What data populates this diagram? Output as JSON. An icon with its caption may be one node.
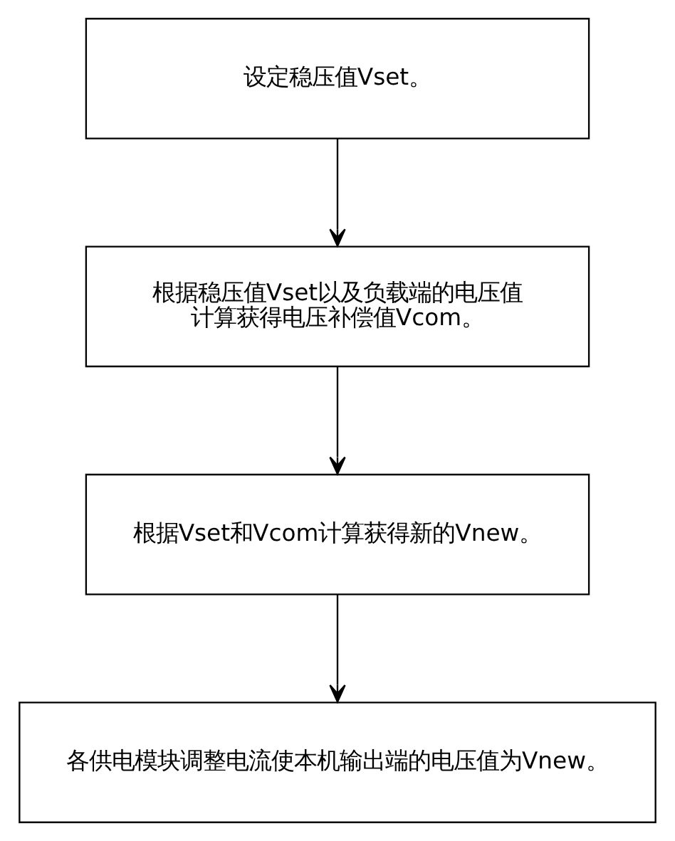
{
  "diagram": {
    "nodes": [
      {
        "text": [
          "设定稳压值Vset。"
        ]
      },
      {
        "text": [
          "根据稳压值Vset以及负载端的电压值计算获得电压补偿值Vcom。"
        ]
      },
      {
        "text": [
          "根据Vset和Vcom计算获得新的Vnew。"
        ]
      },
      {
        "text": [
          "各供电模块调整电流使本机输出端的电压值为Vnew。"
        ]
      }
    ],
    "edges": [
      {
        "from": 0,
        "to": 1,
        "arrow": "to"
      },
      {
        "from": 1,
        "to": 2,
        "arrow": "to"
      },
      {
        "from": 2,
        "to": 3,
        "arrow": "to"
      }
    ]
  }
}
